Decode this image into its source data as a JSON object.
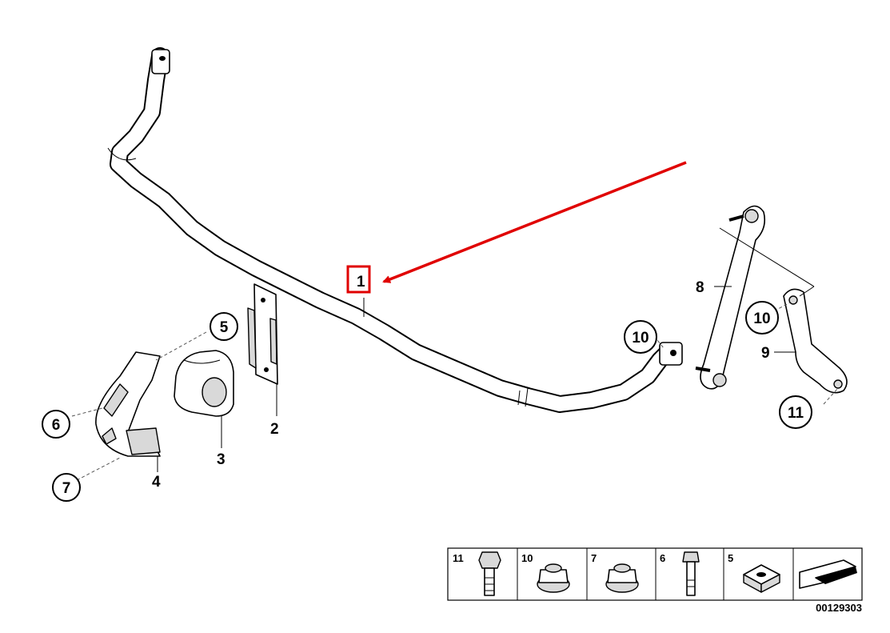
{
  "callouts": {
    "c1": "1",
    "c2": "2",
    "c3": "3",
    "c4": "4",
    "c5": "5",
    "c6": "6",
    "c7": "7",
    "c8": "8",
    "c9": "9",
    "c10a": "10",
    "c10b": "10",
    "c11": "11"
  },
  "legend": {
    "cells": [
      {
        "number": "11",
        "icon": "hex-bolt-icon"
      },
      {
        "number": "10",
        "icon": "flange-nut-icon"
      },
      {
        "number": "7",
        "icon": "flange-nut-icon"
      },
      {
        "number": "6",
        "icon": "bolt-icon"
      },
      {
        "number": "5",
        "icon": "square-nut-icon"
      },
      {
        "number": "",
        "icon": "arrow-icon"
      }
    ],
    "diagram_number": "00129303"
  },
  "highlight": {
    "color": "#e00000",
    "target_label": "1"
  }
}
